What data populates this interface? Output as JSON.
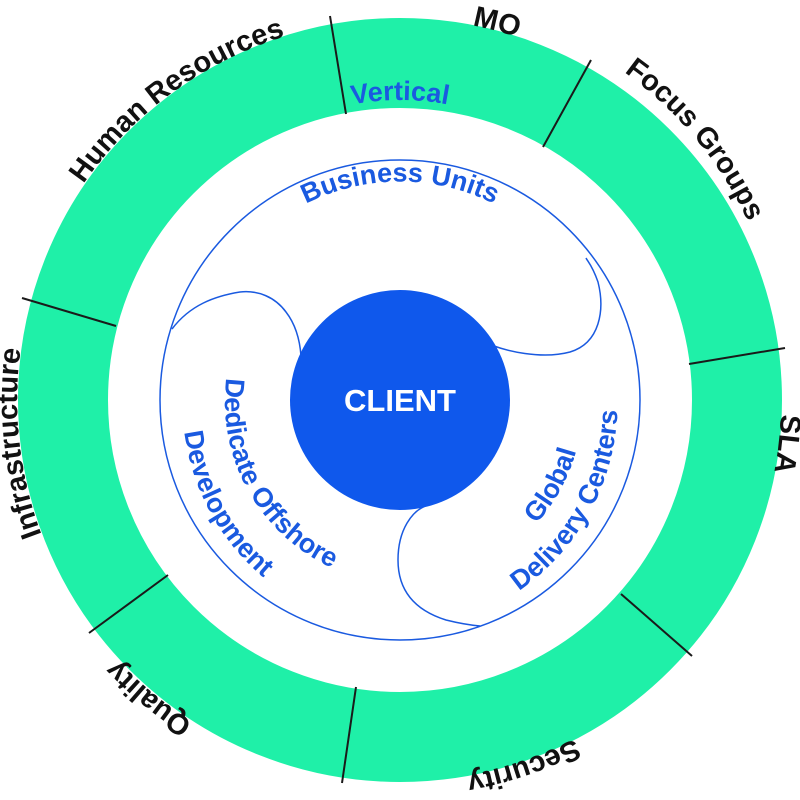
{
  "colors": {
    "ring": "#1ff0a8",
    "ring_divider": "#1a1a1a",
    "accent_blue": "#1a5ae0",
    "center_blue": "#0f58ec",
    "center_text": "#ffffff",
    "outer_text": "#111111"
  },
  "center": {
    "label": "CLIENT"
  },
  "inner_sections": {
    "top": {
      "lines": [
        "Vertical",
        "Business Units"
      ]
    },
    "left": {
      "lines": [
        "Dedicate Offshore",
        "Development"
      ]
    },
    "right": {
      "lines": [
        "Global",
        "Delivery Centers"
      ]
    }
  },
  "outer_ring": {
    "segments": [
      {
        "label": "PMO"
      },
      {
        "label": "Focus Groups"
      },
      {
        "label": "SLA"
      },
      {
        "label": "Security"
      },
      {
        "label": "Quality"
      },
      {
        "label": "Infrastructure"
      },
      {
        "label": "Human Resources"
      }
    ]
  }
}
